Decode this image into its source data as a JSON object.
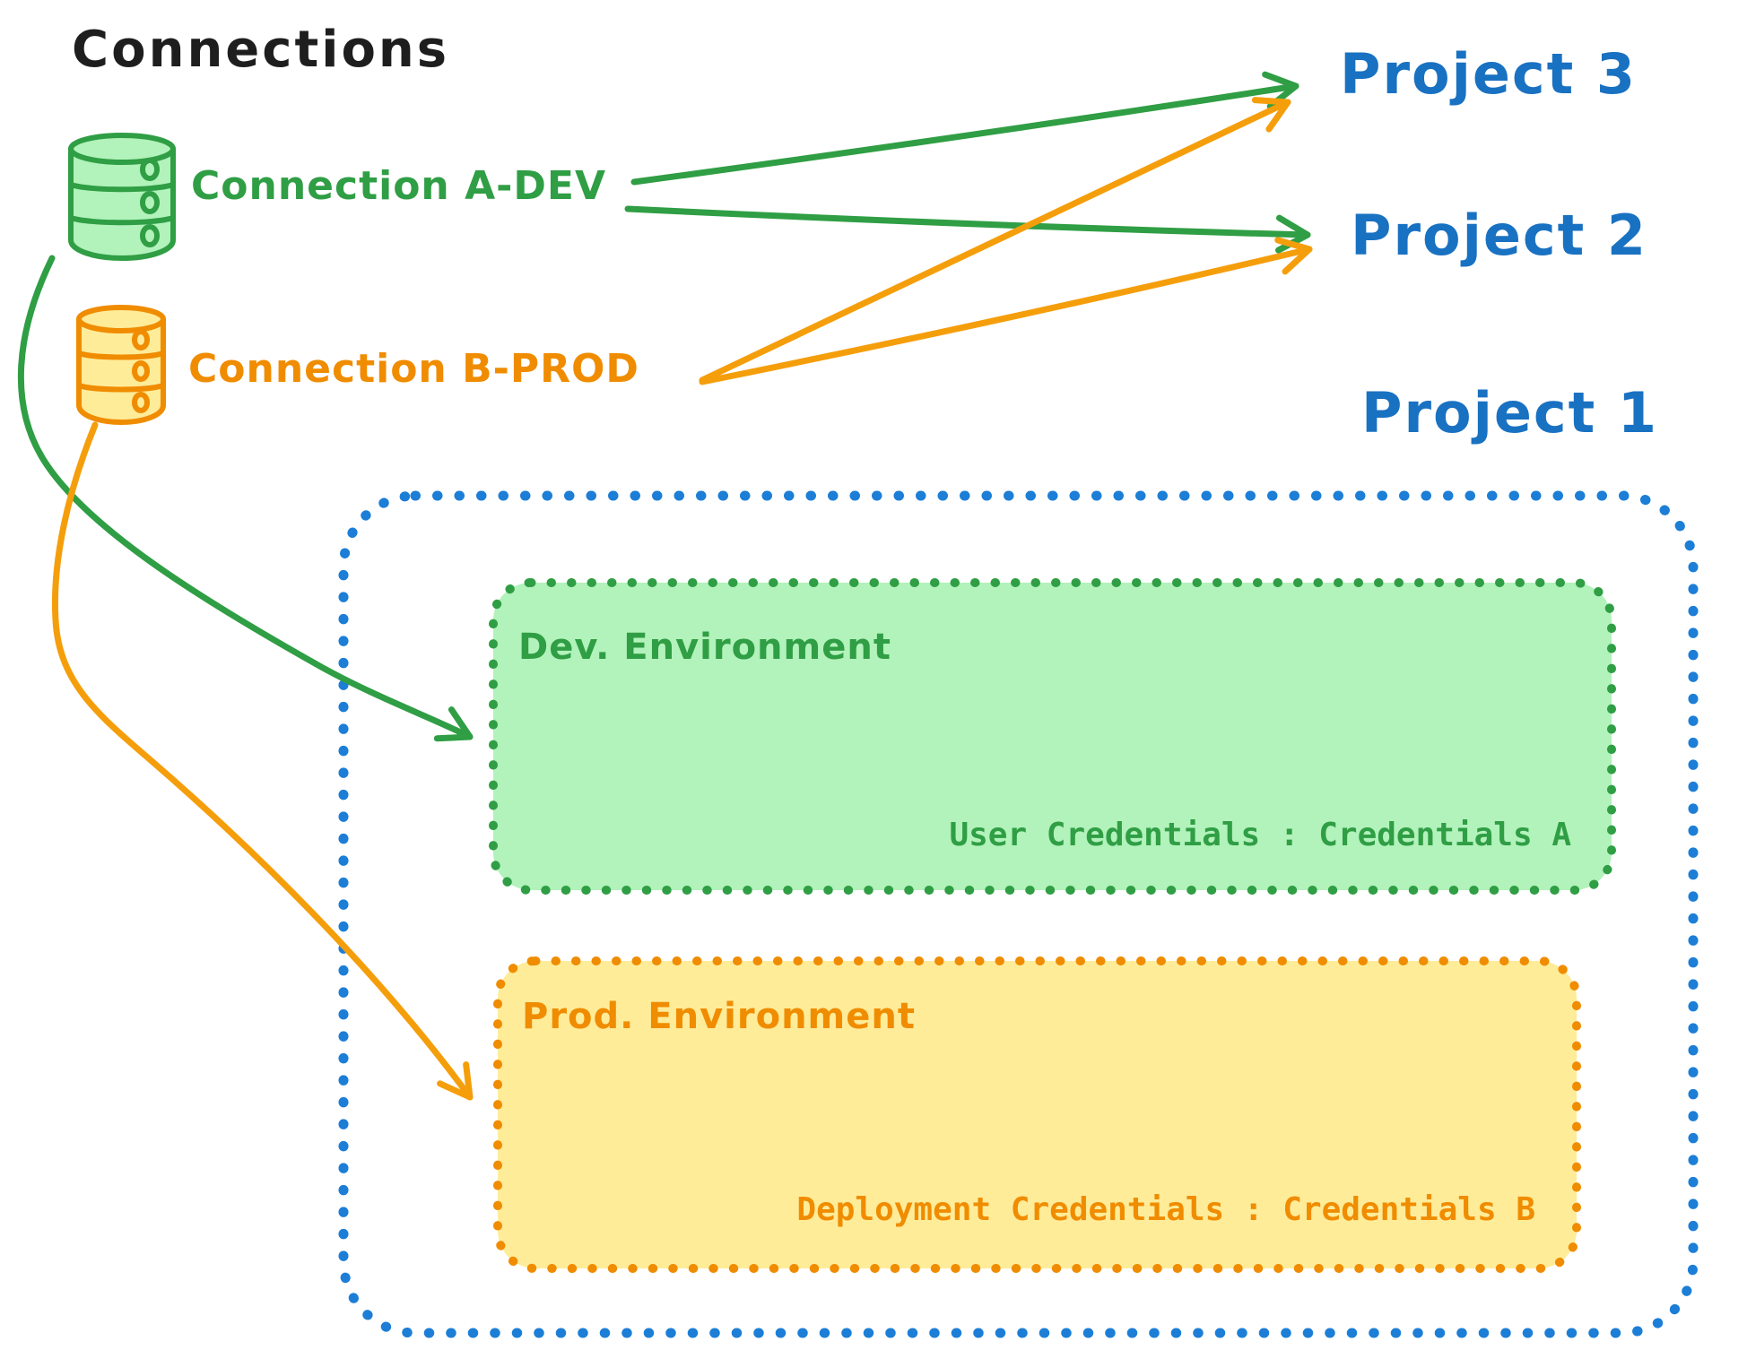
{
  "title": "Connections",
  "colors": {
    "black": "#1e1e1e",
    "green": "#2f9e44",
    "green_fill": "#b2f2bb",
    "orange": "#f08c00",
    "orange_fill": "#ffec99",
    "blue": "#1971c2"
  },
  "connections": [
    {
      "label": "Connection A-DEV",
      "color": "#2f9e44",
      "icon": "database-icon"
    },
    {
      "label": "Connection B-PROD",
      "color": "#f08c00",
      "icon": "database-icon"
    }
  ],
  "projects": [
    {
      "label": "Project 3"
    },
    {
      "label": "Project 2"
    },
    {
      "label": "Project 1"
    }
  ],
  "project1": {
    "environments": [
      {
        "title": "Dev. Environment",
        "credentials": "User Credentials : Credentials A"
      },
      {
        "title": "Prod. Environment",
        "credentials": "Deployment Credentials : Credentials B"
      }
    ]
  },
  "edges": [
    {
      "from": "Connection A-DEV",
      "to": "Project 3"
    },
    {
      "from": "Connection A-DEV",
      "to": "Project 2"
    },
    {
      "from": "Connection B-PROD",
      "to": "Project 3"
    },
    {
      "from": "Connection B-PROD",
      "to": "Project 2"
    },
    {
      "from": "Connection A-DEV",
      "to": "Dev. Environment"
    },
    {
      "from": "Connection B-PROD",
      "to": "Prod. Environment"
    }
  ]
}
